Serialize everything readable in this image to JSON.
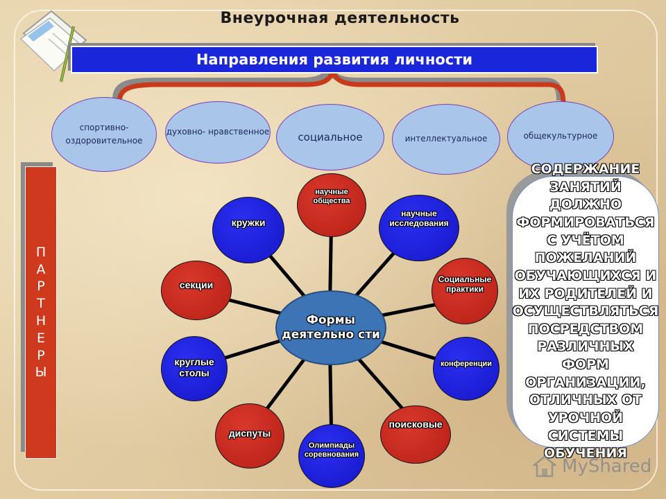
{
  "slide": {
    "title": "Внеурочная деятельность",
    "banner": "Направления развития личности"
  },
  "directions": [
    "спортивно- оздоровительное",
    "духовно- нравственное",
    "социальное",
    "интеллектуальное",
    "общекультурное"
  ],
  "center": "Формы деятельно сти",
  "forms": [
    {
      "label": "научные общества",
      "color": "red"
    },
    {
      "label": "научные исследования",
      "color": "blue"
    },
    {
      "label": "Социальные практики",
      "color": "red"
    },
    {
      "label": "конференции",
      "color": "blue"
    },
    {
      "label": "поисковые",
      "color": "red"
    },
    {
      "label": "Олимпиады соревнования",
      "color": "blue"
    },
    {
      "label": "диспуты",
      "color": "red"
    },
    {
      "label": "круглые столы",
      "color": "blue"
    },
    {
      "label": "секции",
      "color": "red"
    },
    {
      "label": "кружки",
      "color": "blue"
    }
  ],
  "partners": [
    "П",
    "А",
    "Р",
    "Т",
    "Н",
    "Е",
    "Р",
    "Ы"
  ],
  "info": "СОДЕРЖАНИЕ ЗАНЯТИЙ ДОЛЖНО ФОРМИРОВАТЬСЯ С УЧЁТОМ ПОЖЕЛАНИЙ ОБУЧАЮЩИХСЯ И ИХ РОДИТЕЛЕЙ И ОСУЩЕСТВЛЯТЬСЯ ПОСРЕДСТВОМ РАЗЛИЧНЫХ ФОРМ ОРГАНИЗАЦИИ, ОТЛИЧНЫХ ОТ УРОЧНОЙ СИСТЕМЫ ОБУЧЕНИЯ",
  "logo": "MyShared",
  "colors": {
    "red": "#c8291e",
    "blue": "#1c1ce0",
    "banner": "#1a26d9",
    "center": "#3d74b6"
  }
}
